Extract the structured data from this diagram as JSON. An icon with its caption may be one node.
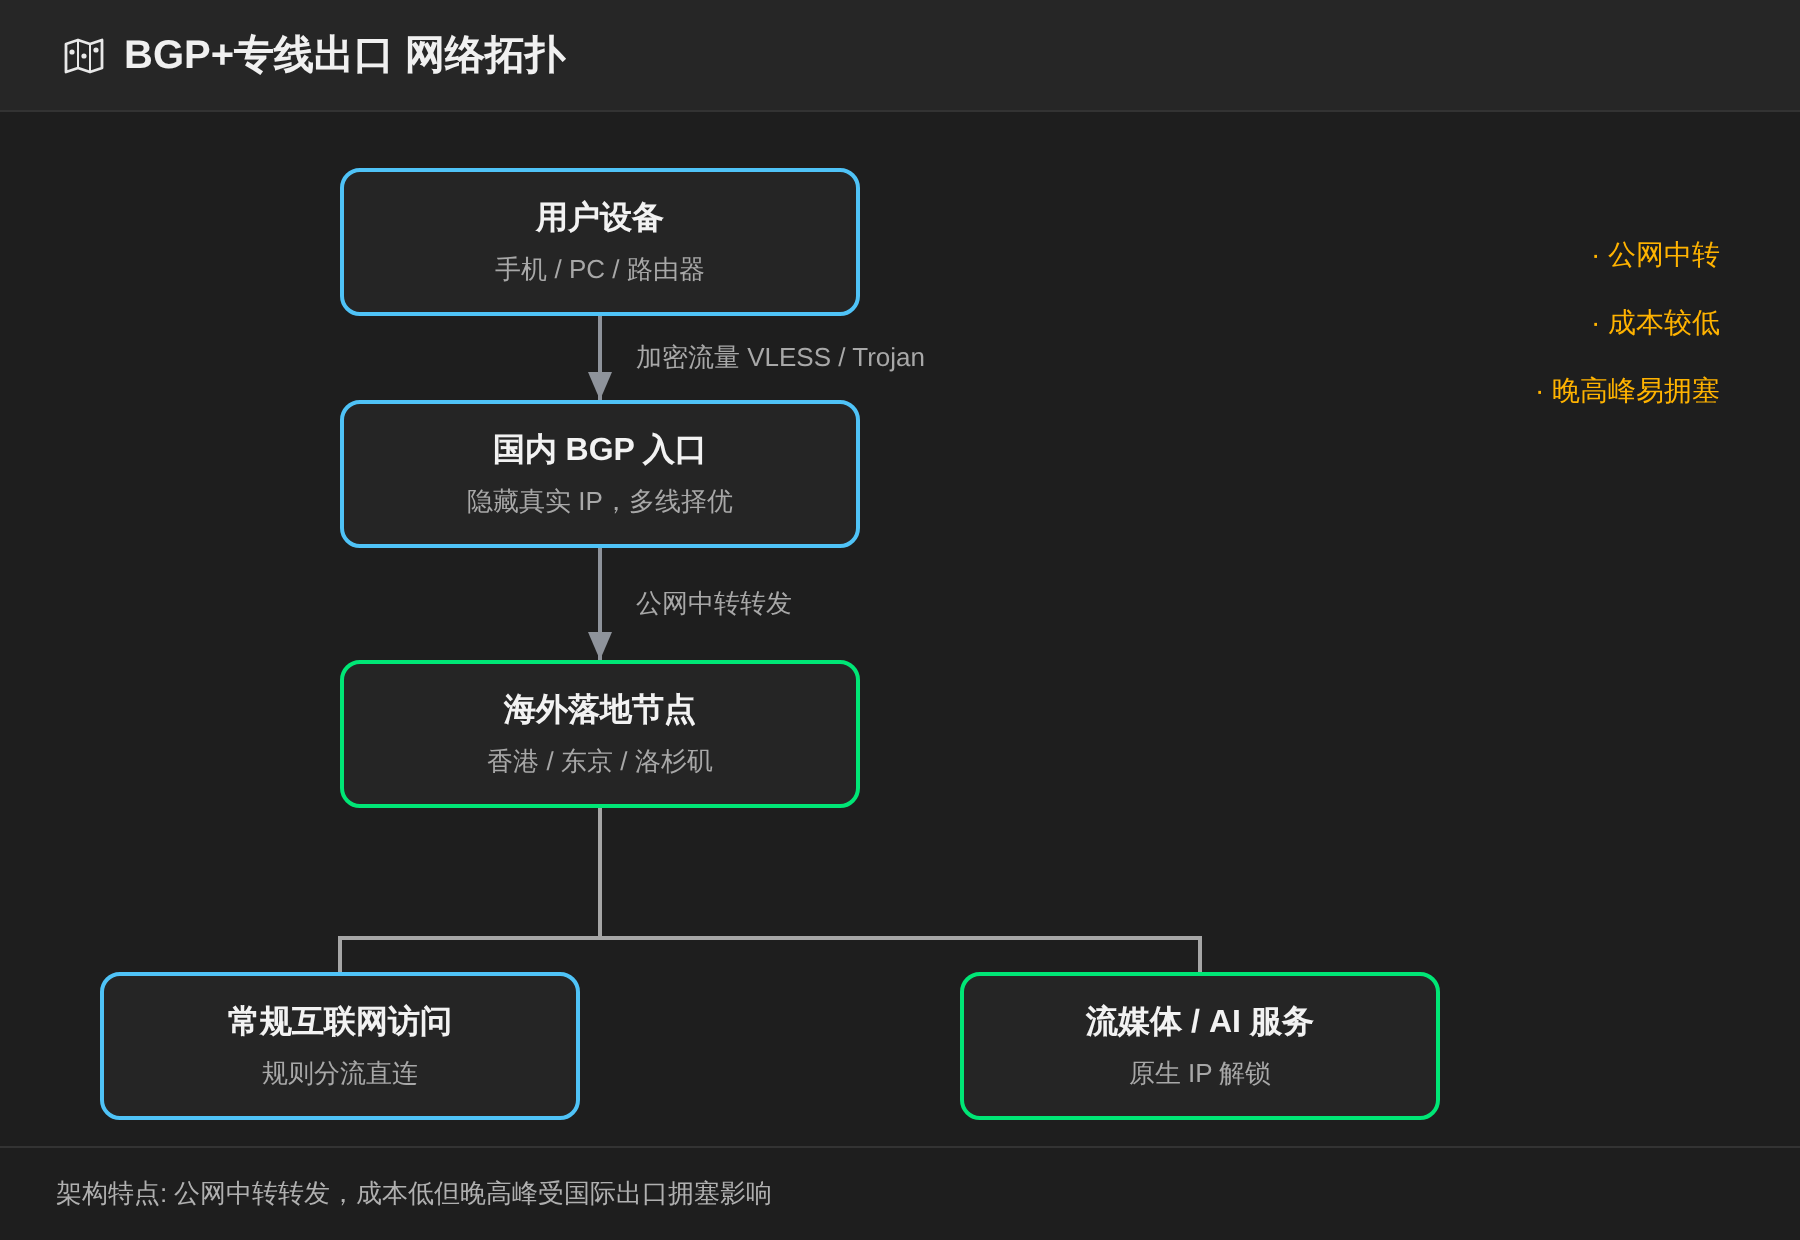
{
  "diagram": {
    "title": "BGP+专线出口 网络拓扑",
    "nodes": [
      {
        "text": [
          "用户设备",
          "手机 / PC / 路由器"
        ]
      },
      {
        "text": [
          "国内 BGP 入口",
          "隐藏真实 IP，多线择优"
        ]
      },
      {
        "text": [
          "海外落地节点",
          "香港 / 东京 / 洛杉矶"
        ]
      },
      {
        "text": [
          "常规互联网访问",
          "规则分流直连"
        ]
      },
      {
        "text": [
          "流媒体 / AI 服务",
          "原生 IP 解锁"
        ]
      }
    ],
    "edges": [
      {
        "from": 0,
        "to": 1,
        "arrow": "to",
        "label": "加密流量 VLESS / Trojan"
      },
      {
        "from": 1,
        "to": 2,
        "arrow": "to",
        "label": "公网中转转发"
      },
      {
        "from": 2,
        "to": 3,
        "arrow": "none"
      },
      {
        "from": 2,
        "to": 4,
        "arrow": "none"
      }
    ],
    "labels": [
      "· 公网中转",
      "· 成本较低",
      "· 晚高峰易拥塞"
    ],
    "caption": "架构特点: 公网中转转发，成本低但晚高峰受国际出口拥塞影响"
  }
}
